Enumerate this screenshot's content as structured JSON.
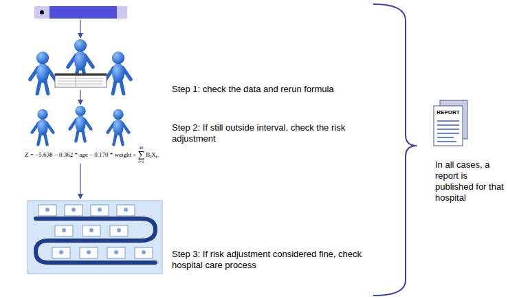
{
  "diagram": {
    "labels": [
      "Step 1: check the data and rerun formula",
      "Step 2: If still outside interval, check the risk adjustment",
      "Step 3: If risk adjustment considered fine, check hospital care process",
      "In all cases, a report is published for that hospital",
      "REPORT",
      "Z = −5.638 − 0.362 * age − 0.170 * weight +",
      "40",
      "∑",
      "i=1",
      "B",
      "i",
      "X",
      "i",
      "."
    ]
  }
}
